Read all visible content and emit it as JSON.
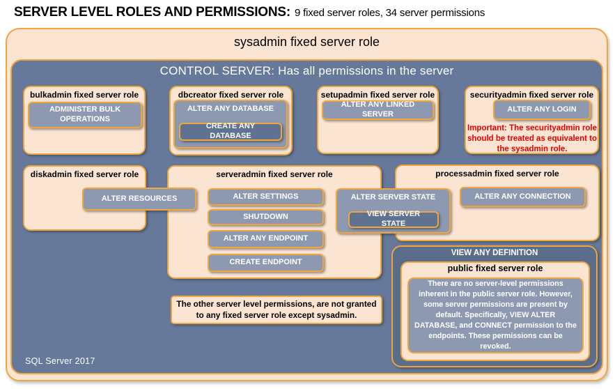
{
  "title": {
    "main": "SERVER LEVEL ROLES AND PERMISSIONS:",
    "sub": "9 fixed server roles, 34 server permissions"
  },
  "sysadmin_box": {
    "title": "sysadmin fixed server role"
  },
  "control_server": {
    "title": "CONTROL SERVER: Has all permissions in the server",
    "footer": "SQL Server 2017"
  },
  "roles": {
    "bulkadmin": {
      "title": "bulkadmin fixed server role",
      "permission": "ADMINISTER BULK OPERATIONS"
    },
    "dbcreator": {
      "title": "dbcreator fixed server role",
      "permission_outer": "ALTER ANY DATABASE",
      "permission_inner": "CREATE ANY DATABASE"
    },
    "setupadmin": {
      "title": "setupadmin fixed server role",
      "permission": "ALTER ANY LINKED SERVER"
    },
    "securityadmin": {
      "title": "securityadmin fixed server role",
      "permission": "ALTER ANY LOGIN",
      "warning": "Important: The securityadmin role should be treated as equivalent to the sysadmin role."
    },
    "diskadmin": {
      "title": "diskadmin fixed server role",
      "permission": "ALTER RESOURCES"
    },
    "serveradmin": {
      "title": "serveradmin fixed server role",
      "permissions": [
        "ALTER SETTINGS",
        "SHUTDOWN",
        "ALTER ANY ENDPOINT",
        "CREATE ENDPOINT"
      ]
    },
    "shared_server_state": {
      "permission_outer": "ALTER SERVER STATE",
      "permission_inner": "VIEW SERVER STATE"
    },
    "processadmin": {
      "title": "processadmin fixed server role",
      "permission": "ALTER ANY CONNECTION"
    },
    "public": {
      "permission_outer": "VIEW ANY DEFINITION",
      "title": "public fixed server role",
      "note": "There are no server-level permissions inherent in the public server role. However, some server permissions are present by default. Specifically, VIEW ALTER DATABASE, and CONNECT permission to the endpoints. These permissions can be revoked."
    }
  },
  "footnote": "The other server level permissions, are not granted to any fixed server role except sysadmin.",
  "colors": {
    "peach": "#FBE4D2",
    "blue": "#66799B",
    "blue_dark": "#5A6D8B",
    "btn": "#8C99B0",
    "btn_dark": "#5F7292",
    "orange": "#EFA63D",
    "red": "#E60000"
  }
}
